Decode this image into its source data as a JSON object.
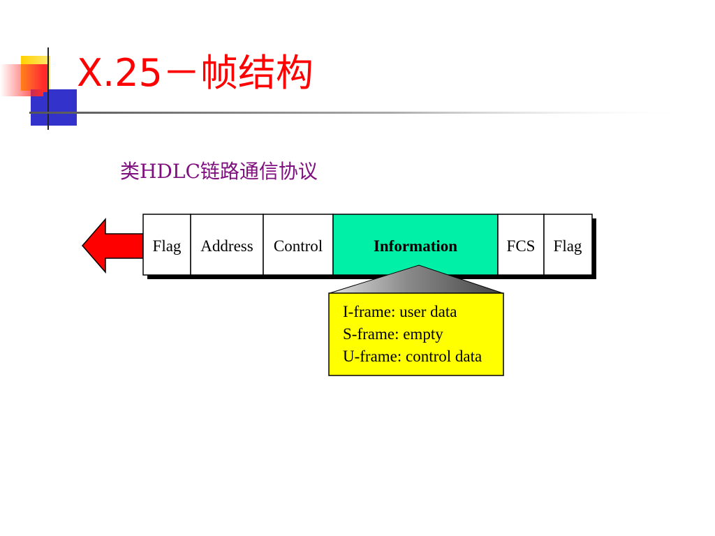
{
  "title": "X.25－帧结构",
  "subtitle": "类HDLC链路通信协议",
  "frame": {
    "fields": [
      {
        "label": "Flag"
      },
      {
        "label": "Address"
      },
      {
        "label": "Control"
      },
      {
        "label": "Information",
        "bold": true,
        "highlight": "#00f0a8"
      },
      {
        "label": "FCS"
      },
      {
        "label": "Flag"
      }
    ],
    "direction": "left",
    "arrow_color": "#ff0000"
  },
  "information_note": {
    "lines": [
      "I-frame: user data",
      "S-frame: empty",
      "U-frame: control data"
    ],
    "background": "#ffff00"
  },
  "colors": {
    "title": "#ff0000",
    "subtitle": "#7f0f7f",
    "deco_yellow": "#ffd100",
    "deco_blue": "#3333cc",
    "deco_red": "#ff2a2a"
  }
}
